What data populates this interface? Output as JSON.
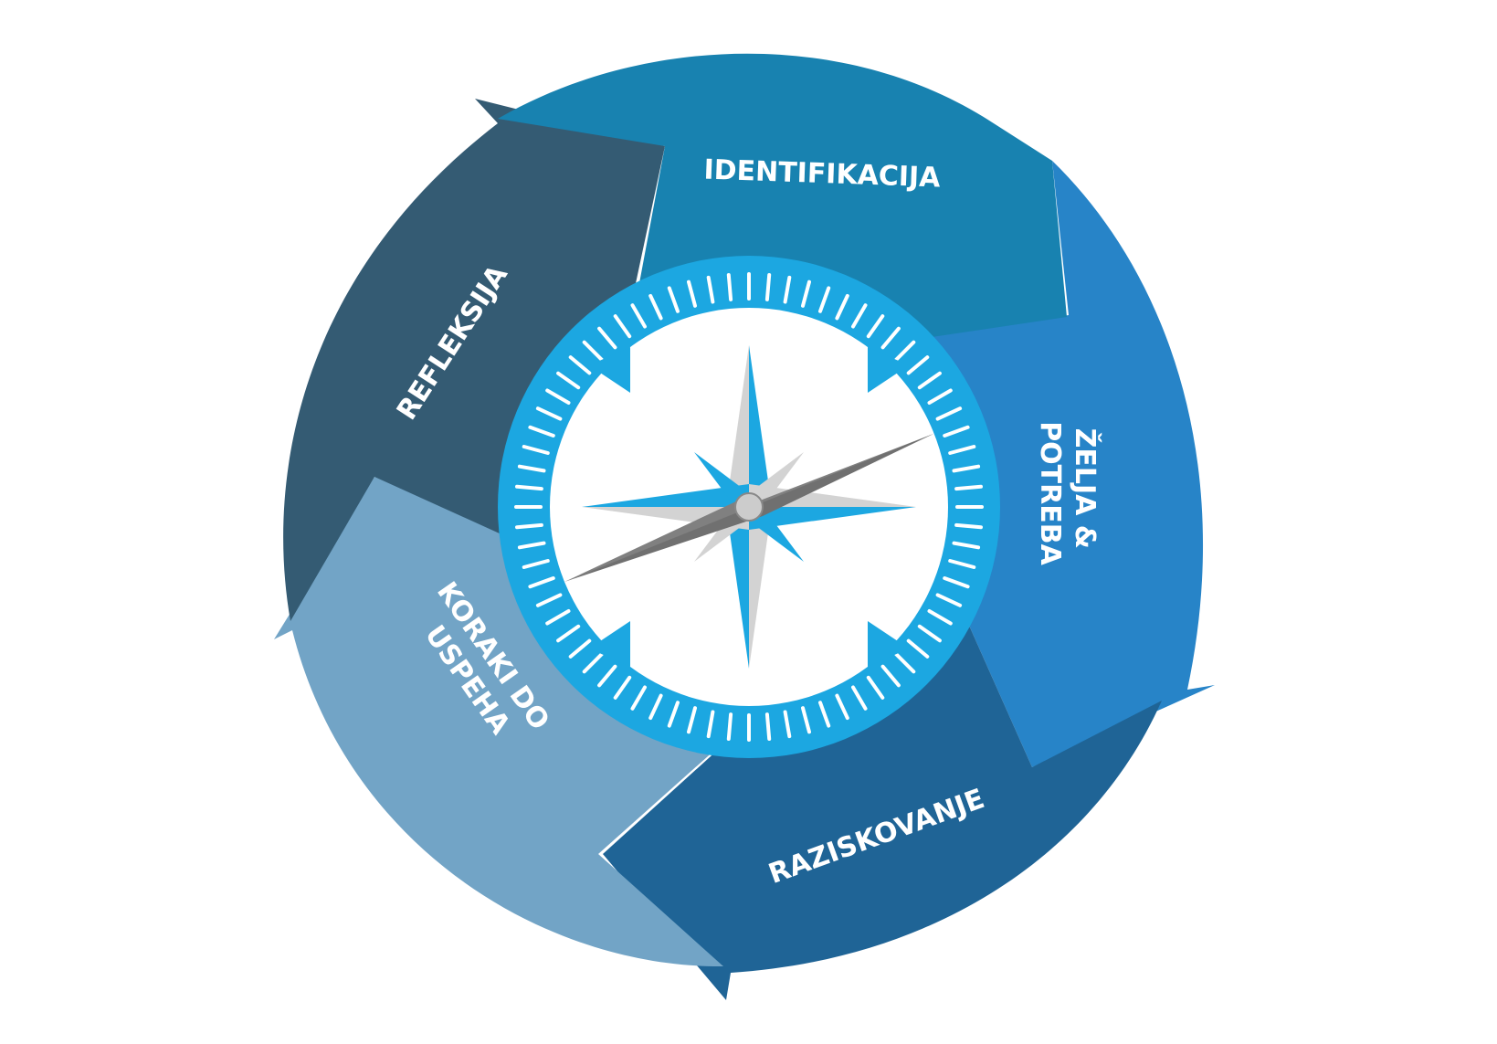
{
  "cycle": {
    "steps": [
      {
        "id": "identifikacija",
        "lines": [
          "IDENTIFIKACIJA"
        ],
        "color": "#1882b0"
      },
      {
        "id": "zelja",
        "lines": [
          "ŽELJA &",
          "POTREBA"
        ],
        "color": "#2784c8"
      },
      {
        "id": "raziskovanje",
        "lines": [
          "RAZISKOVANJE"
        ],
        "color": "#1f6496"
      },
      {
        "id": "koraki",
        "lines": [
          "KORAKI DO",
          "USPEHA"
        ],
        "color": "#72a4c6"
      },
      {
        "id": "refleksija",
        "lines": [
          "REFLEKSIJA"
        ],
        "color": "#345b73"
      }
    ]
  },
  "compass": {
    "ring_color": "#1ca7e1",
    "face_color": "#ffffff",
    "star_blue": "#1ca7e1",
    "star_grey": "#d3d3d3",
    "needle_color": "#808080",
    "hub_color": "#cccccc"
  }
}
